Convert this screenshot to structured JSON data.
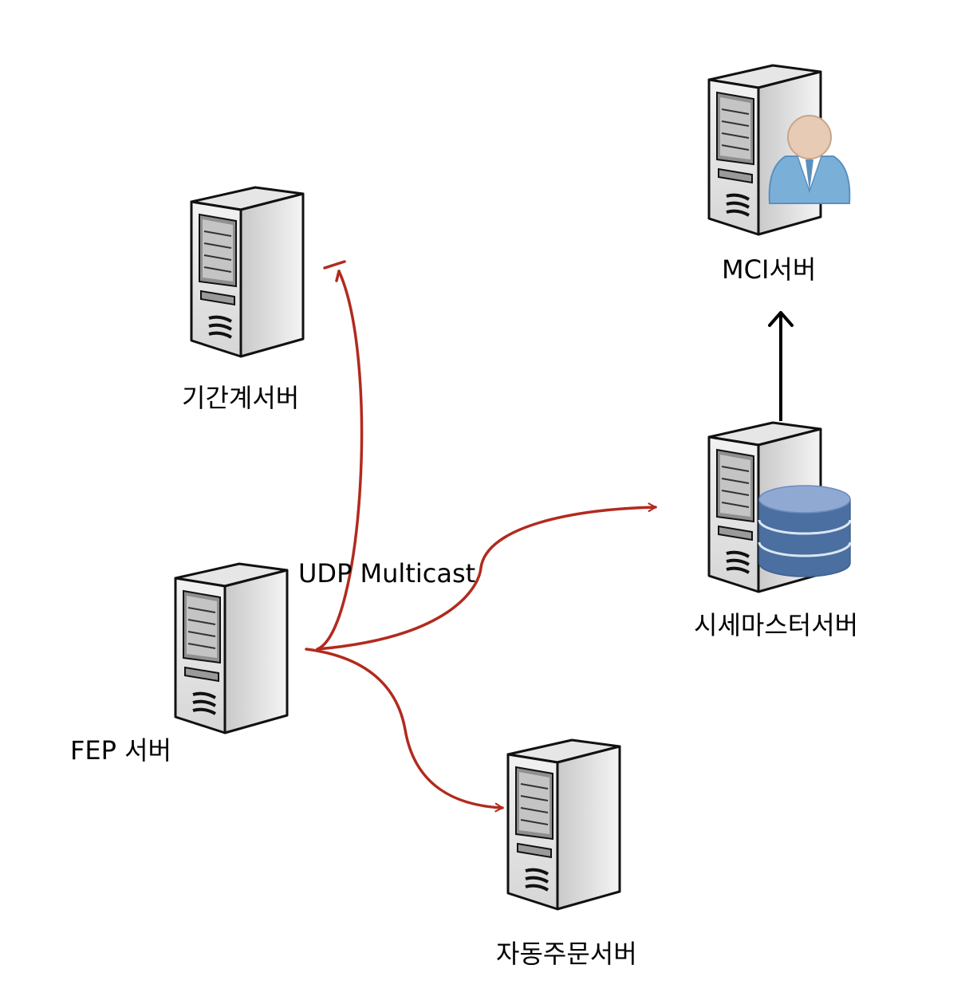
{
  "diagram": {
    "nodes": {
      "fep": {
        "label": "FEP 서버",
        "icon": "server-icon"
      },
      "ganmgye": {
        "label": "기간계서버",
        "icon": "server-icon"
      },
      "sise_master": {
        "label": "시세마스터서버",
        "icon": "database-server-icon"
      },
      "mci": {
        "label": "MCI서버",
        "icon": "user-server-icon"
      },
      "auto_order": {
        "label": "자동주문서버",
        "icon": "server-icon"
      }
    },
    "edges": [
      {
        "from": "FEP 서버",
        "to": "기간계서버",
        "color": "#b22a1e"
      },
      {
        "from": "FEP 서버",
        "to": "시세마스터서버",
        "color": "#b22a1e"
      },
      {
        "from": "FEP 서버",
        "to": "자동주문서버",
        "color": "#b22a1e"
      },
      {
        "from": "시세마스터서버",
        "to": "MCI서버",
        "color": "#000000"
      }
    ],
    "edge_label": "UDP Multicast"
  }
}
